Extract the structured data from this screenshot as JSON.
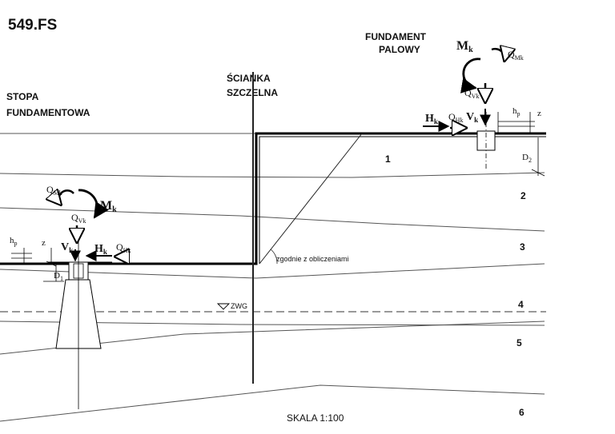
{
  "drawing_id": "549.FS",
  "labels": {
    "stopa_1": "STOPA",
    "stopa_2": "FUNDAMENTOWA",
    "scianka_1": "ŚCIANKA",
    "scianka_2": "SZCZELNA",
    "palowy_1": "FUNDAMENT",
    "palowy_2": "PALOWY",
    "note": "zgodnie z obliczeniami",
    "water_table": "ZWG",
    "scale": "SKALA 1:100"
  },
  "layers": [
    "1",
    "2",
    "3",
    "4",
    "5",
    "6"
  ],
  "symbols": {
    "M": "M",
    "H": "H",
    "V": "V",
    "Q": "Q",
    "k": "k",
    "Mk_sub": "Mk",
    "Hk_sub": "Hk",
    "Vk_sub": "Vk",
    "hp_h": "h",
    "hp_p": "p",
    "z": "z",
    "D": "D",
    "D1_sub": "1",
    "D2_sub": "2"
  }
}
